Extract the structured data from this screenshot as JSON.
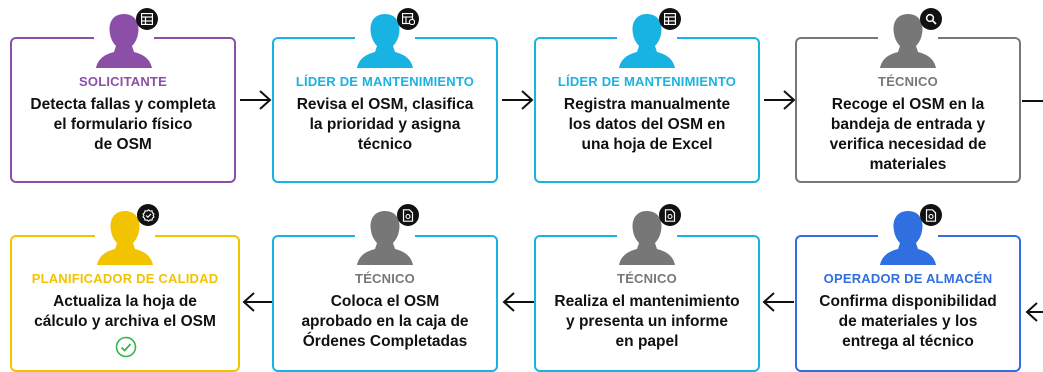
{
  "row1": [
    {
      "role": "SOLICITANTE",
      "desc": [
        "Detecta fallas y completa",
        "el formulario físico",
        "de OSM"
      ],
      "color": "#8b4fa8",
      "badge": "table-icon"
    },
    {
      "role": "LÍDER DE MANTENIMIENTO",
      "desc": [
        "Revisa el OSM, clasifica",
        "la prioridad y asigna",
        "técnico"
      ],
      "color": "#19b3e3",
      "badge": "table-view-icon"
    },
    {
      "role": "LÍDER DE MANTENIMIENTO",
      "desc": [
        "Registra manualmente",
        "los datos del OSM en",
        "una hoja de Excel"
      ],
      "color": "#19b3e3",
      "badge": "table-icon"
    },
    {
      "role": "TÉCNICO",
      "desc": [
        "Recoge el OSM en la",
        "bandeja de entrada y",
        "verifica necesidad de",
        "materiales"
      ],
      "color": "#777777",
      "badge": "search-icon"
    }
  ],
  "row2": [
    {
      "role": "PLANIFICADOR DE CALIDAD",
      "desc": [
        "Actualiza la hoja de",
        "cálculo y archiva el OSM"
      ],
      "color": "#f2c300",
      "badge": "verified-icon",
      "check": true
    },
    {
      "role": "TÉCNICO",
      "desc": [
        "Coloca el OSM",
        "aprobado en la caja de",
        "Órdenes Completadas"
      ],
      "color": "#19b3e3",
      "badge": "document-icon"
    },
    {
      "role": "TÉCNICO",
      "desc": [
        "Realiza el mantenimiento",
        "y presenta un informe",
        "en papel"
      ],
      "color": "#777777",
      "badge": "document-icon"
    },
    {
      "role": "OPERADOR DE ALMACÉN",
      "desc": [
        "Confirma disponibilidad",
        "de materiales y los",
        "entrega al técnico"
      ],
      "color": "#2f6fe0",
      "badge": "document-icon"
    }
  ]
}
